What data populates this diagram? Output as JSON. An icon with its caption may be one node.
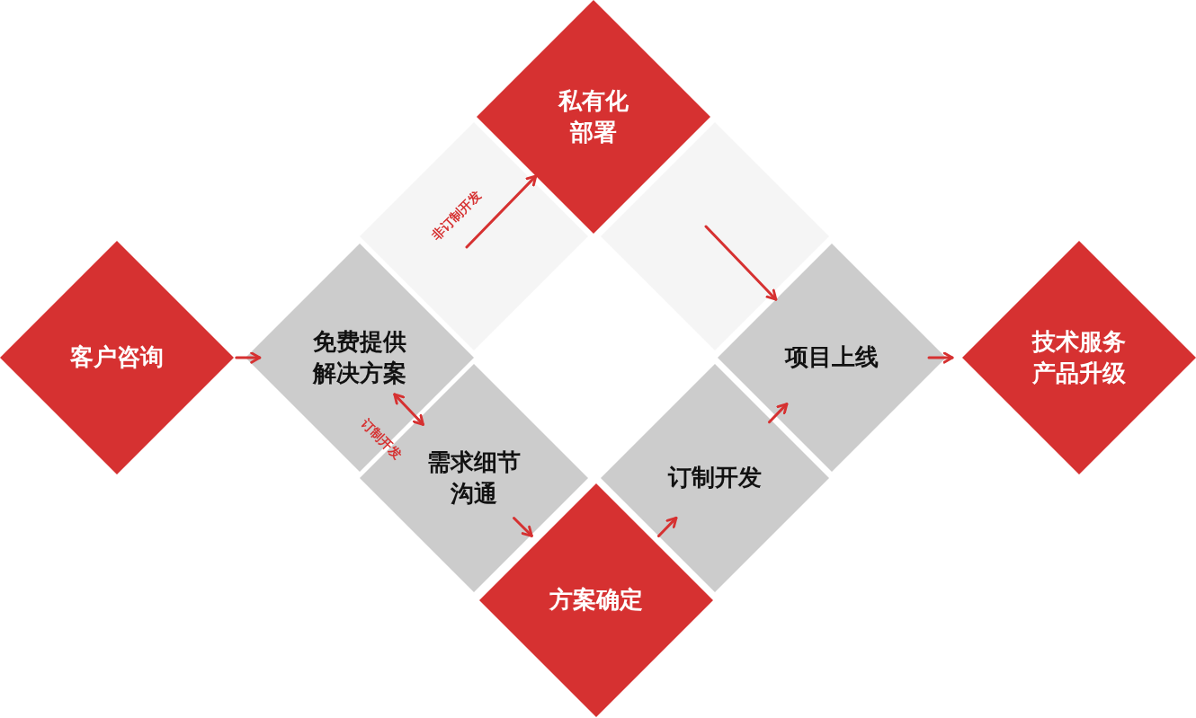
{
  "diagram": {
    "nodes": [
      {
        "text": [
          "客户咨询"
        ]
      },
      {
        "text": [
          "私有化部署"
        ]
      },
      {
        "text": [],
        "shape": "diamond"
      },
      {
        "text": [],
        "shape": "diamond"
      },
      {
        "text": [
          "免费提供解决方案"
        ]
      },
      {
        "text": [
          "需求细节沟通"
        ]
      },
      {
        "text": [
          "方案确定"
        ]
      },
      {
        "text": [
          "订制开发"
        ]
      },
      {
        "text": [
          "项目上线"
        ]
      },
      {
        "text": [
          "技术服务产品升级"
        ]
      }
    ],
    "edges": [
      {
        "from": 0,
        "to": 4,
        "arrow": "to"
      },
      {
        "from": 4,
        "to": 5,
        "arrow": "both",
        "label": "订制开发"
      },
      {
        "from": 2,
        "to": 1,
        "arrow": "to",
        "label": "非订制开发"
      },
      {
        "from": 3,
        "to": 8,
        "arrow": "to"
      },
      {
        "from": 5,
        "to": 6,
        "arrow": "to"
      },
      {
        "from": 6,
        "to": 7,
        "arrow": "to"
      },
      {
        "from": 7,
        "to": 8,
        "arrow": "to"
      },
      {
        "from": 8,
        "to": 9,
        "arrow": "to"
      }
    ]
  }
}
